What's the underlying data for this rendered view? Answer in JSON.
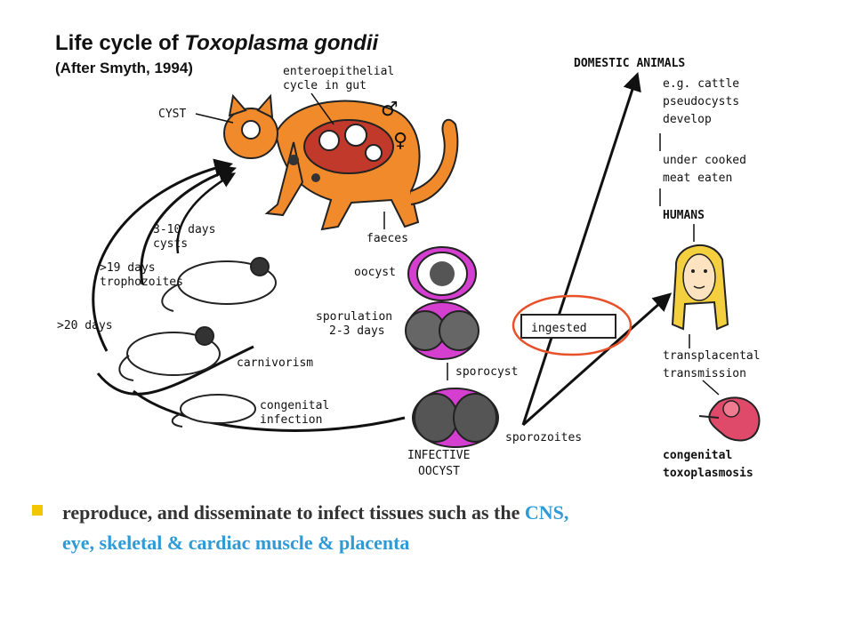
{
  "title": {
    "prefix": "Life cycle of ",
    "species": "Toxoplasma gondii"
  },
  "subtitle": "(After Smyth, 1994)",
  "cat_labels": {
    "cyst": "CYST",
    "entero_1": "enteroepithelial",
    "entero_2": "cycle in gut",
    "male_symbol": "♂",
    "female_symbol": "♀"
  },
  "left_labels": {
    "days_3_10": "3-10 days",
    "cysts": "cysts",
    "days_19": ">19 days",
    "trophozoites": "trophozoites",
    "days_20": ">20 days",
    "carnivorism": "carnivorism",
    "congenital": "congenital",
    "infection": "infection"
  },
  "oocyst_labels": {
    "faeces": "faeces",
    "oocyst": "oocyst",
    "sporulation_1": "sporulation",
    "sporulation_2": "2-3 days",
    "sporocyst": "sporocyst",
    "sporozoites": "sporozoites",
    "infective": "INFECTIVE",
    "oocyst_caps": "OOCYST"
  },
  "right_labels": {
    "domestic": "DOMESTIC ANIMALS",
    "eg_cattle": "e.g. cattle",
    "pseudocysts": "pseudocysts",
    "develop": "develop",
    "undercooked": "under cooked",
    "meat_eaten": "meat eaten",
    "humans": "HUMANS",
    "transplacental": "transplacental",
    "transmission": "transmission",
    "congenital": "congenital",
    "toxoplasmosis": "toxoplasmosis"
  },
  "ingested": "ingested",
  "bullet": {
    "plain": "reproduce, and disseminate to infect tissues such as the ",
    "highlight_1": "CNS,",
    "highlight_2": "eye, skeletal & cardiac muscle & placenta"
  },
  "colors": {
    "cat": "#f08a2a",
    "gut": "#c0392b",
    "oocyst": "#d43fd0",
    "highlight_circle": "#e8502a",
    "bullet": "#f2c600",
    "accent_text": "#2e9bd6"
  }
}
